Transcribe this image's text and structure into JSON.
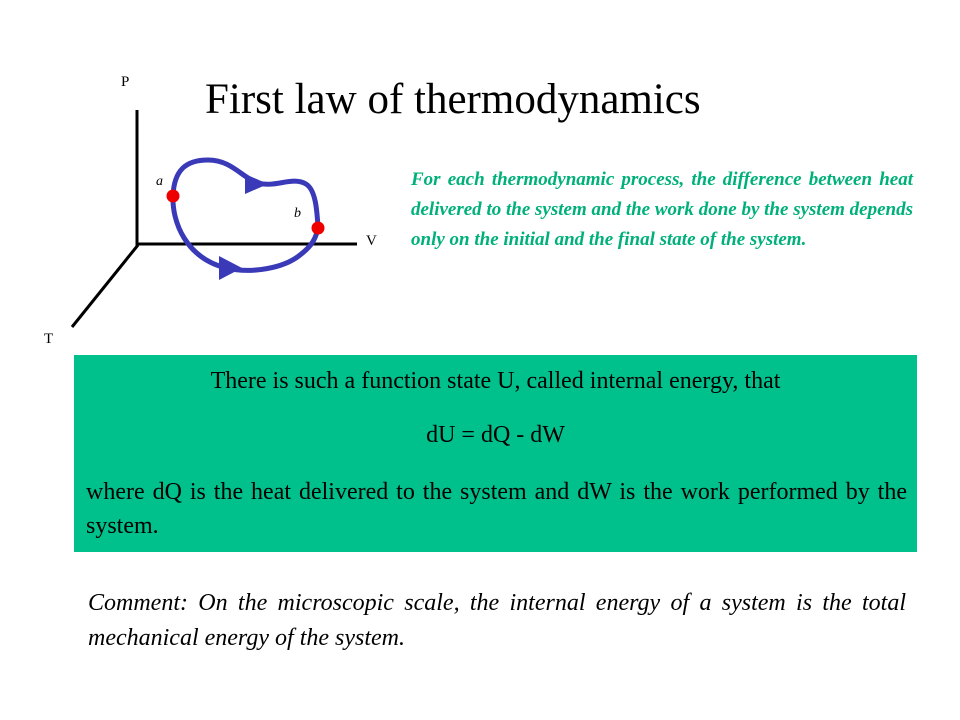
{
  "title": "First law of thermodynamics",
  "diagram": {
    "axis_p": "P",
    "axis_v": "V",
    "axis_t": "T",
    "point_a": "a",
    "point_b": "b",
    "colors": {
      "path": "#3333bb",
      "points": "#ee0000",
      "axes": "#000000"
    }
  },
  "statement": "For each thermodynamic process, the difference between heat delivered to the system and the work done by the system depends only on the initial and the final state of the system.",
  "box": {
    "line1": "There is such a function state U, called internal energy, that",
    "equation": "dU = dQ - dW",
    "line3": "where dQ is the heat delivered to the system and dW is the work performed by the system.",
    "background": "#00c08c"
  },
  "comment": "Comment: On the microscopic scale, the internal energy of a system is the total mechanical energy of the system.",
  "accent_color": "#00b07a"
}
